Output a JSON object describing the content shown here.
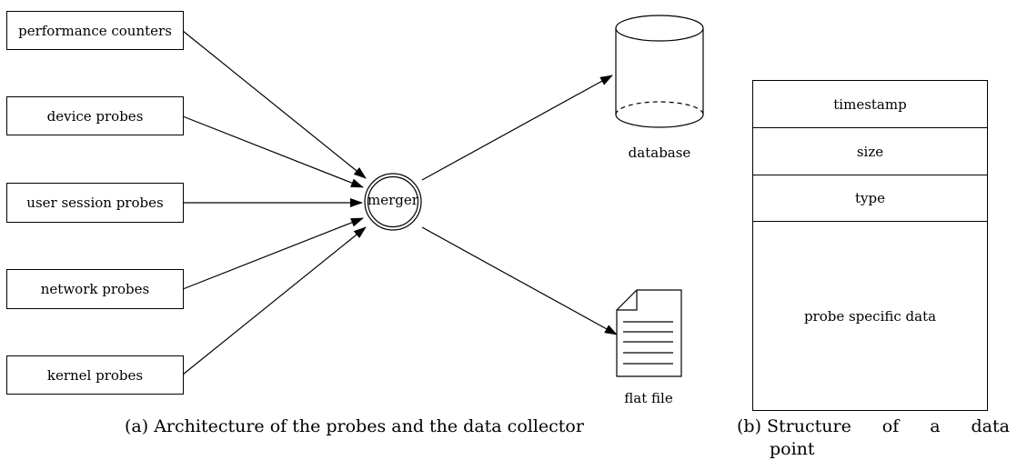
{
  "diagram_a": {
    "sources": [
      "performance counters",
      "device probes",
      "user session probes",
      "network probes",
      "kernel probes"
    ],
    "merger": "merger",
    "outputs": {
      "database": "database",
      "flat_file": "flat file"
    },
    "caption": "(a) Architecture of the probes and the data collector"
  },
  "diagram_b": {
    "fields": [
      "timestamp",
      "size",
      "type",
      "probe specific data"
    ],
    "caption_line1_words": [
      "(b) Structure",
      "of",
      "a",
      "data"
    ],
    "caption_line2": "point"
  }
}
